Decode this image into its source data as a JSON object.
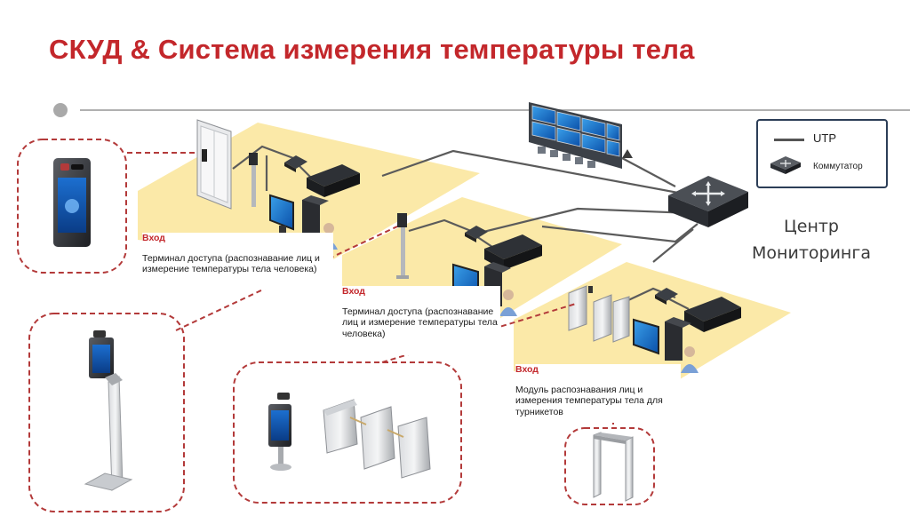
{
  "title": "СКУД & Система измерения температуры тела",
  "legend": {
    "utp_label": "UTP",
    "switch_label": "Коммутатор",
    "switch_icon": "switch-icon"
  },
  "monitoring_center": {
    "line1": "Центр",
    "line2": "Мониторинга"
  },
  "zones": [
    {
      "entry_label": "Вход",
      "description": "Терминал доступа (распознавание лиц и измерение температуры тела человека)"
    },
    {
      "entry_label": "Вход",
      "description": "Терминал доступа (распознавание лиц и измерение температуры тела человека)"
    },
    {
      "entry_label": "Вход",
      "description": "Модуль распознавания лиц и измерения температуры тела для турникетов"
    }
  ],
  "colors": {
    "title_red": "#c3272b",
    "platform_yellow": "#fbe9a8",
    "dash_red": "#b33a3a",
    "legend_border": "#2c3e57"
  }
}
